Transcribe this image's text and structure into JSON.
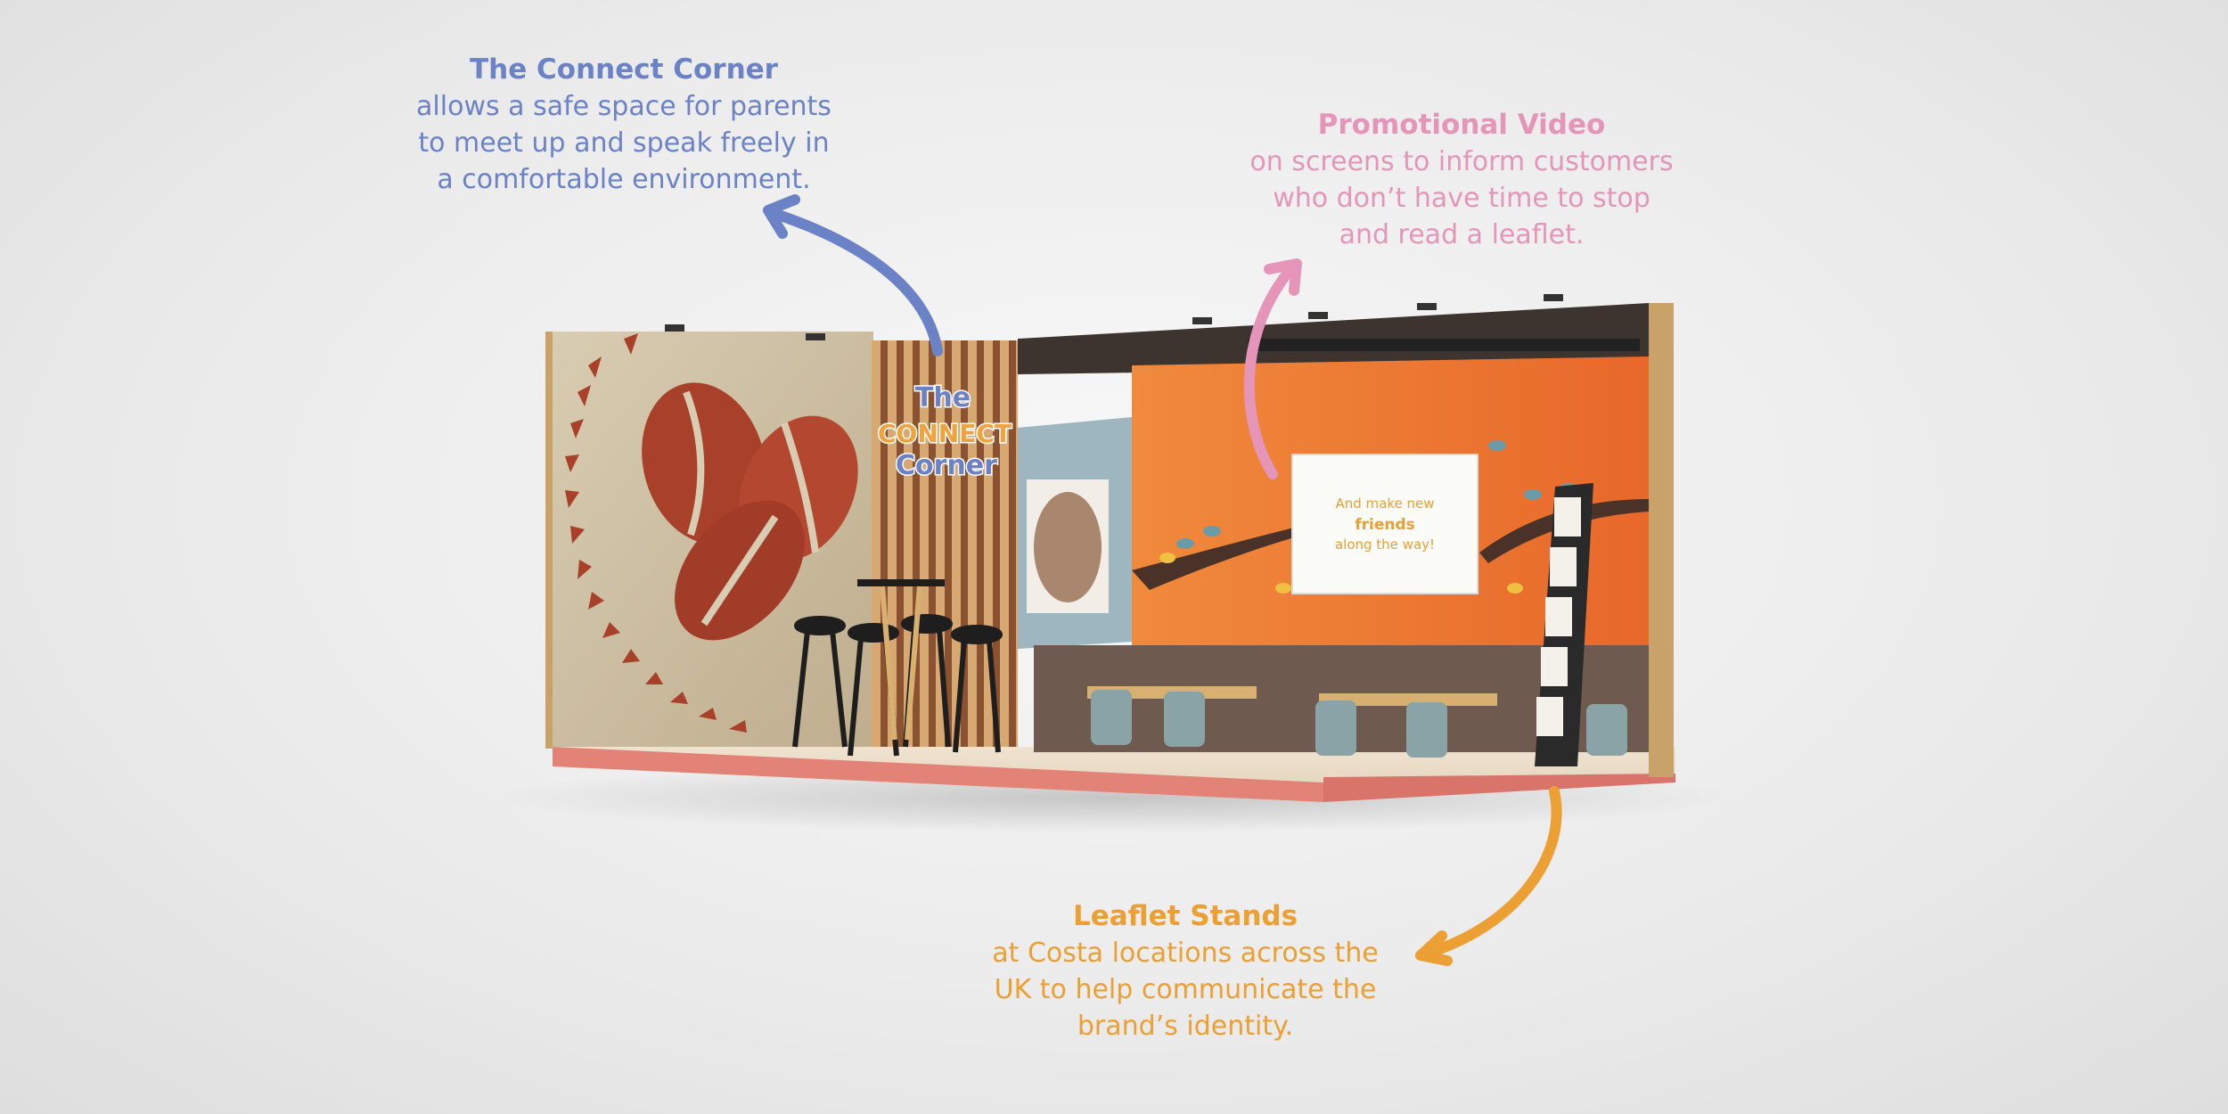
{
  "callouts": {
    "connect_corner": {
      "title": "The Connect Corner",
      "lines": [
        "allows a safe space for parents",
        "to meet up and speak freely in",
        "a comfortable environment."
      ],
      "color": "#6b82c7"
    },
    "promotional_video": {
      "title": "Promotional Video",
      "lines": [
        "on screens to inform customers",
        "who don’t have time to stop",
        "and read a leaflet."
      ],
      "color": "#e595b8"
    },
    "leaflet_stands": {
      "title": "Leaflet Stands",
      "lines": [
        "at Costa locations across the",
        "UK to help communicate the",
        "brand’s identity."
      ],
      "color": "#ec9f32"
    }
  },
  "booth": {
    "logo": {
      "line1": "The",
      "line2": "CONNECT",
      "line3": "Corner"
    },
    "screen": {
      "line1": "And make new",
      "line2": "friends",
      "line3": "along the way!"
    },
    "colors": {
      "orange_wall": "#ef7a2c",
      "coffee_bean": "#a8402a",
      "floor_edge": "#e38276"
    }
  }
}
